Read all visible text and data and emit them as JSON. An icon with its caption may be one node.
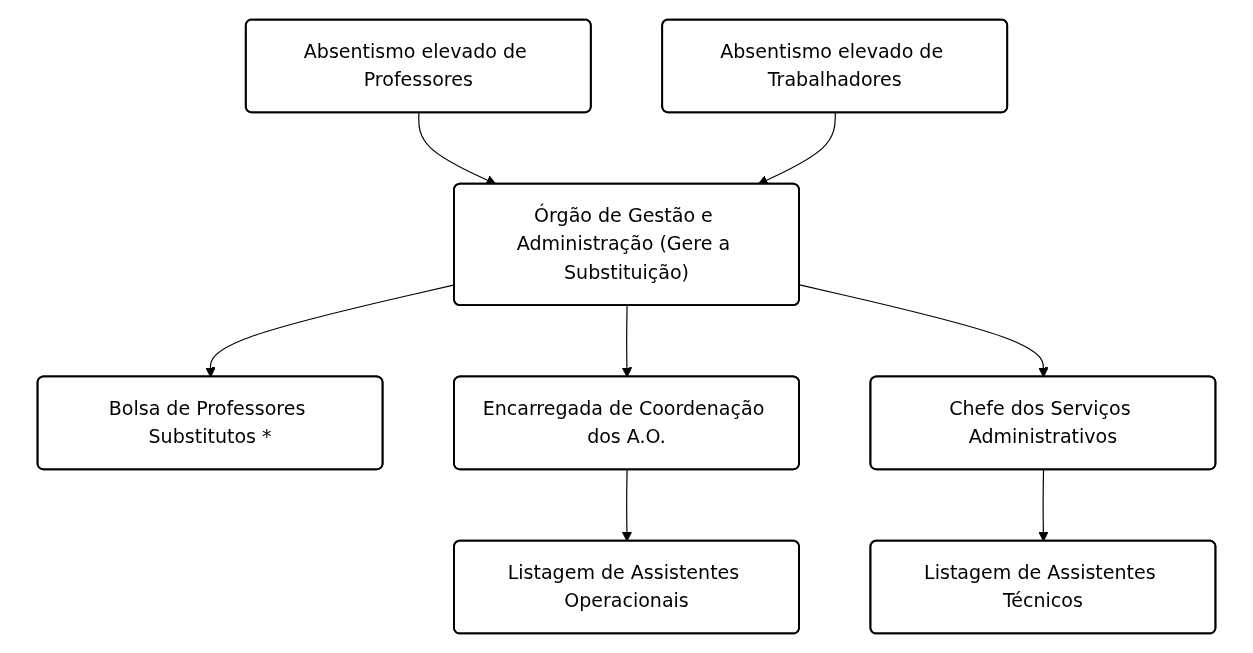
{
  "diagram": {
    "nodes": [
      {
        "text": [
          "Absentismo elevado de Professores"
        ]
      },
      {
        "text": [
          "Absentismo elevado de Trabalhadores"
        ]
      },
      {
        "text": [
          "Órgão de Gestão e Administração (Gere a Substituição)"
        ]
      },
      {
        "text": [
          "Bolsa de Professores Substitutos *"
        ]
      },
      {
        "text": [
          "Encarregada de Coordenação dos A.O."
        ]
      },
      {
        "text": [
          "Chefe dos Serviços Administrativos"
        ]
      },
      {
        "text": [
          "Listagem de Assistentes Operacionais"
        ]
      },
      {
        "text": [
          "Listagem de Assistentes Técnicos"
        ]
      }
    ],
    "edges": [
      {
        "from": 0,
        "to": 2,
        "arrow": "to"
      },
      {
        "from": 1,
        "to": 2,
        "arrow": "to"
      },
      {
        "from": 2,
        "to": 3,
        "arrow": "to"
      },
      {
        "from": 2,
        "to": 4,
        "arrow": "to"
      },
      {
        "from": 2,
        "to": 5,
        "arrow": "to"
      },
      {
        "from": 4,
        "to": 6,
        "arrow": "to"
      },
      {
        "from": 5,
        "to": 7,
        "arrow": "to"
      }
    ]
  }
}
